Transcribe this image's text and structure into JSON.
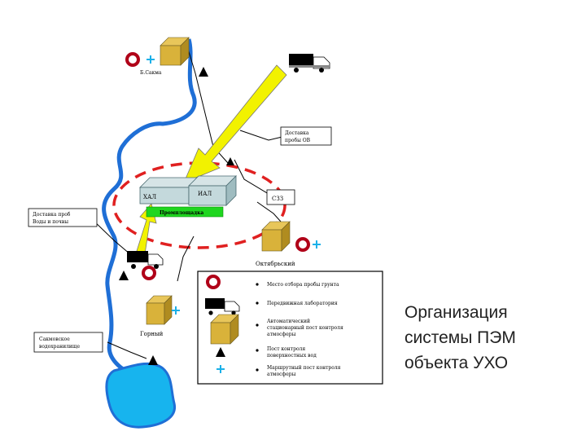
{
  "caption": [
    "Организация",
    "системы ПЭМ",
    "объекта УХО"
  ],
  "labels": {
    "site_north": "Б.Сакма",
    "site_east": "Октябрьский",
    "site_south": "Горный",
    "hal": "ХАЛ",
    "ial": "ИАЛ",
    "szz": "СЗЗ",
    "industrial_site": "Промплощадка",
    "delivery_ov": [
      "Доставка",
      "пробы ОВ"
    ],
    "delivery_water_soil": [
      "Доставка проб",
      "Воды и почвы"
    ],
    "reservoir": [
      "Сакмовское",
      "водохранилище"
    ]
  },
  "legend": [
    {
      "icon": "soil-sampling-point-icon",
      "text": [
        "Место отбора пробы грунта"
      ]
    },
    {
      "icon": "mobile-laboratory-icon",
      "text": [
        "Передвижная лаборатория"
      ]
    },
    {
      "icon": "stationary-air-post-icon",
      "text": [
        "Автоматический",
        "стационарный пост контроля",
        "атмосферы"
      ]
    },
    {
      "icon": "surface-water-post-icon",
      "text": [
        "Пост контроля",
        "поверхностных вод"
      ]
    },
    {
      "icon": "route-air-post-icon",
      "text": [
        "Маршрутный пост контроля",
        "атмосферы"
      ]
    }
  ],
  "colors": {
    "river": "#1f6fd6",
    "lake": "#17b4ee",
    "arrow": "#f2f200",
    "zone": "#e02020",
    "box": "#d9b23a",
    "green": "#1fd61f",
    "ring": "#b00018",
    "plus": "#1ab0e8"
  }
}
